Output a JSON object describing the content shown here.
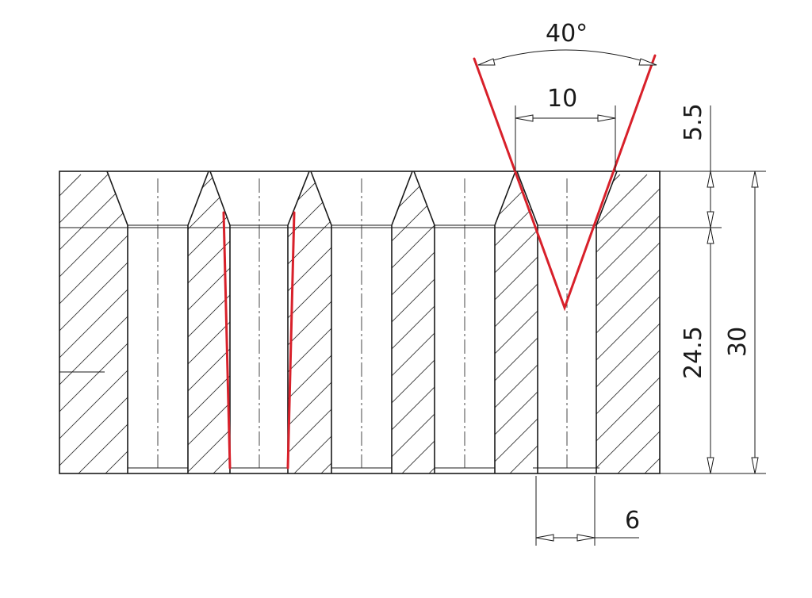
{
  "dimensions": {
    "angle": "40°",
    "top_width": "10",
    "counterbore_depth": "5.5",
    "hole_depth": "24.5",
    "total_height": "30",
    "hole_width": "6"
  },
  "colors": {
    "line": "#1a1a1a",
    "highlight": "#d8202a",
    "background": "#ffffff"
  }
}
